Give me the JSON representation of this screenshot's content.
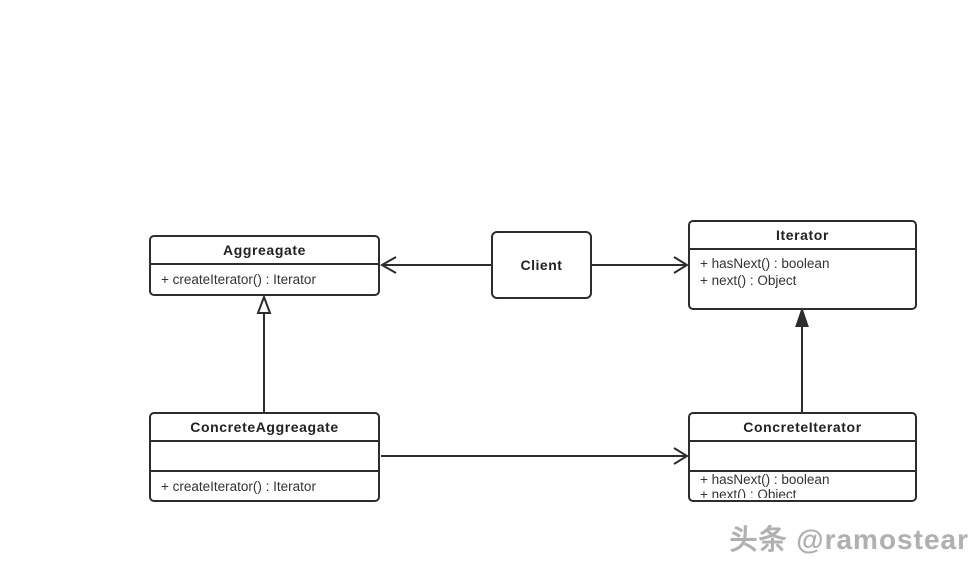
{
  "colors": {
    "background": "#ffffff",
    "stroke": "#2d2d2d",
    "text": "#333333",
    "watermark": "#b0b0b0"
  },
  "classes": {
    "aggregate": {
      "title": "Aggreagate",
      "methods": [
        "+ createIterator() : Iterator"
      ]
    },
    "iterator": {
      "title": "Iterator",
      "methods": [
        "+ hasNext() : boolean",
        "+ next() : Object"
      ]
    },
    "concreteAggregate": {
      "title": "ConcreteAggreagate",
      "methods": [
        "+ createIterator() : Iterator"
      ]
    },
    "concreteIterator": {
      "title": "ConcreteIterator",
      "methods": [
        "+ hasNext() : boolean",
        "+ next() : Object"
      ]
    }
  },
  "client": {
    "label": "Client"
  },
  "relations": [
    {
      "from": "Client",
      "to": "Aggreagate",
      "type": "association",
      "arrowhead": "open"
    },
    {
      "from": "Client",
      "to": "Iterator",
      "type": "association",
      "arrowhead": "open"
    },
    {
      "from": "ConcreteAggreagate",
      "to": "Aggreagate",
      "type": "generalization",
      "arrowhead": "hollow-triangle"
    },
    {
      "from": "ConcreteIterator",
      "to": "Iterator",
      "type": "generalization",
      "arrowhead": "filled-triangle"
    },
    {
      "from": "ConcreteAggreagate",
      "to": "ConcreteIterator",
      "type": "association",
      "arrowhead": "open"
    }
  ],
  "watermark": {
    "text": "头条 @ramostear"
  }
}
